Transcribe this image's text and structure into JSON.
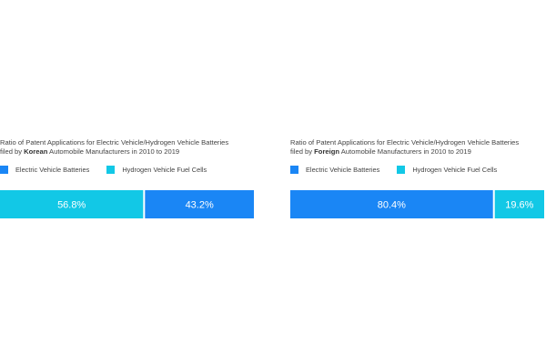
{
  "colors": {
    "electric": "#1a86f5",
    "hydrogen": "#12c8e6"
  },
  "chart_data": [
    {
      "type": "bar",
      "orientation": "horizontal-stacked-100",
      "title_line1": "Ratio of Patent Applications for Electric Vehicle/Hydrogen Vehicle Batteries",
      "title_pre": "filed by ",
      "title_bold": "Korean",
      "title_post": " Automobile Manufacturers in 2010 to 2019",
      "legend": [
        "Electric Vehicle Batteries",
        "Hydrogen Vehicle Fuel Cells"
      ],
      "segments": [
        {
          "name": "Hydrogen Vehicle Fuel Cells",
          "value": 56.8,
          "label": "56.8%",
          "color_key": "hydrogen"
        },
        {
          "name": "Electric Vehicle Batteries",
          "value": 43.2,
          "label": "43.2%",
          "color_key": "electric"
        }
      ]
    },
    {
      "type": "bar",
      "orientation": "horizontal-stacked-100",
      "title_line1": "Ratio of Patent Applications for Electric Vehicle/Hydrogen Vehicle Batteries",
      "title_pre": "filed by ",
      "title_bold": "Foreign",
      "title_post": " Automobile Manufacturers in 2010 to 2019",
      "legend": [
        "Electric Vehicle Batteries",
        "Hydrogen Vehicle Fuel Cells"
      ],
      "segments": [
        {
          "name": "Electric Vehicle Batteries",
          "value": 80.4,
          "label": "80.4%",
          "color_key": "electric"
        },
        {
          "name": "Hydrogen Vehicle Fuel Cells",
          "value": 19.6,
          "label": "19.6%",
          "color_key": "hydrogen"
        }
      ]
    }
  ]
}
